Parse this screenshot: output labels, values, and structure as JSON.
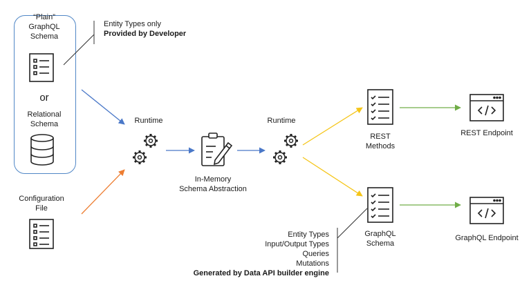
{
  "source_group": {
    "plain_schema_label": [
      "“Plain”",
      "GraphQL",
      "Schema"
    ],
    "or_label": "or",
    "relational_label": [
      "Relational",
      "Schema"
    ]
  },
  "callout_top": {
    "line1": "Entity Types only",
    "line2": "Provided by Developer"
  },
  "config_label": [
    "Configuration",
    "File"
  ],
  "runtime_1": "Runtime",
  "runtime_2": "Runtime",
  "abstraction_label": [
    "In-Memory",
    "Schema Abstraction"
  ],
  "rest_methods_label": [
    "REST",
    "Methods"
  ],
  "graphql_schema_label": [
    "GraphQL",
    "Schema"
  ],
  "rest_endpoint_label": "REST Endpoint",
  "graphql_endpoint_label": "GraphQL Endpoint",
  "callout_bottom": {
    "items": [
      "Entity Types",
      "Input/Output Types",
      "Queries",
      "Mutations"
    ],
    "footer": "Generated by Data API builder engine"
  },
  "colors": {
    "blue": "#4a78c8",
    "orange": "#ed7d31",
    "yellow": "#f5c518",
    "green": "#70ad47",
    "box_border": "#4f86c6"
  },
  "icons": [
    "document-list-icon",
    "database-icon",
    "gear-icon",
    "clipboard-pencil-icon",
    "checklist-icon",
    "code-window-icon"
  ]
}
